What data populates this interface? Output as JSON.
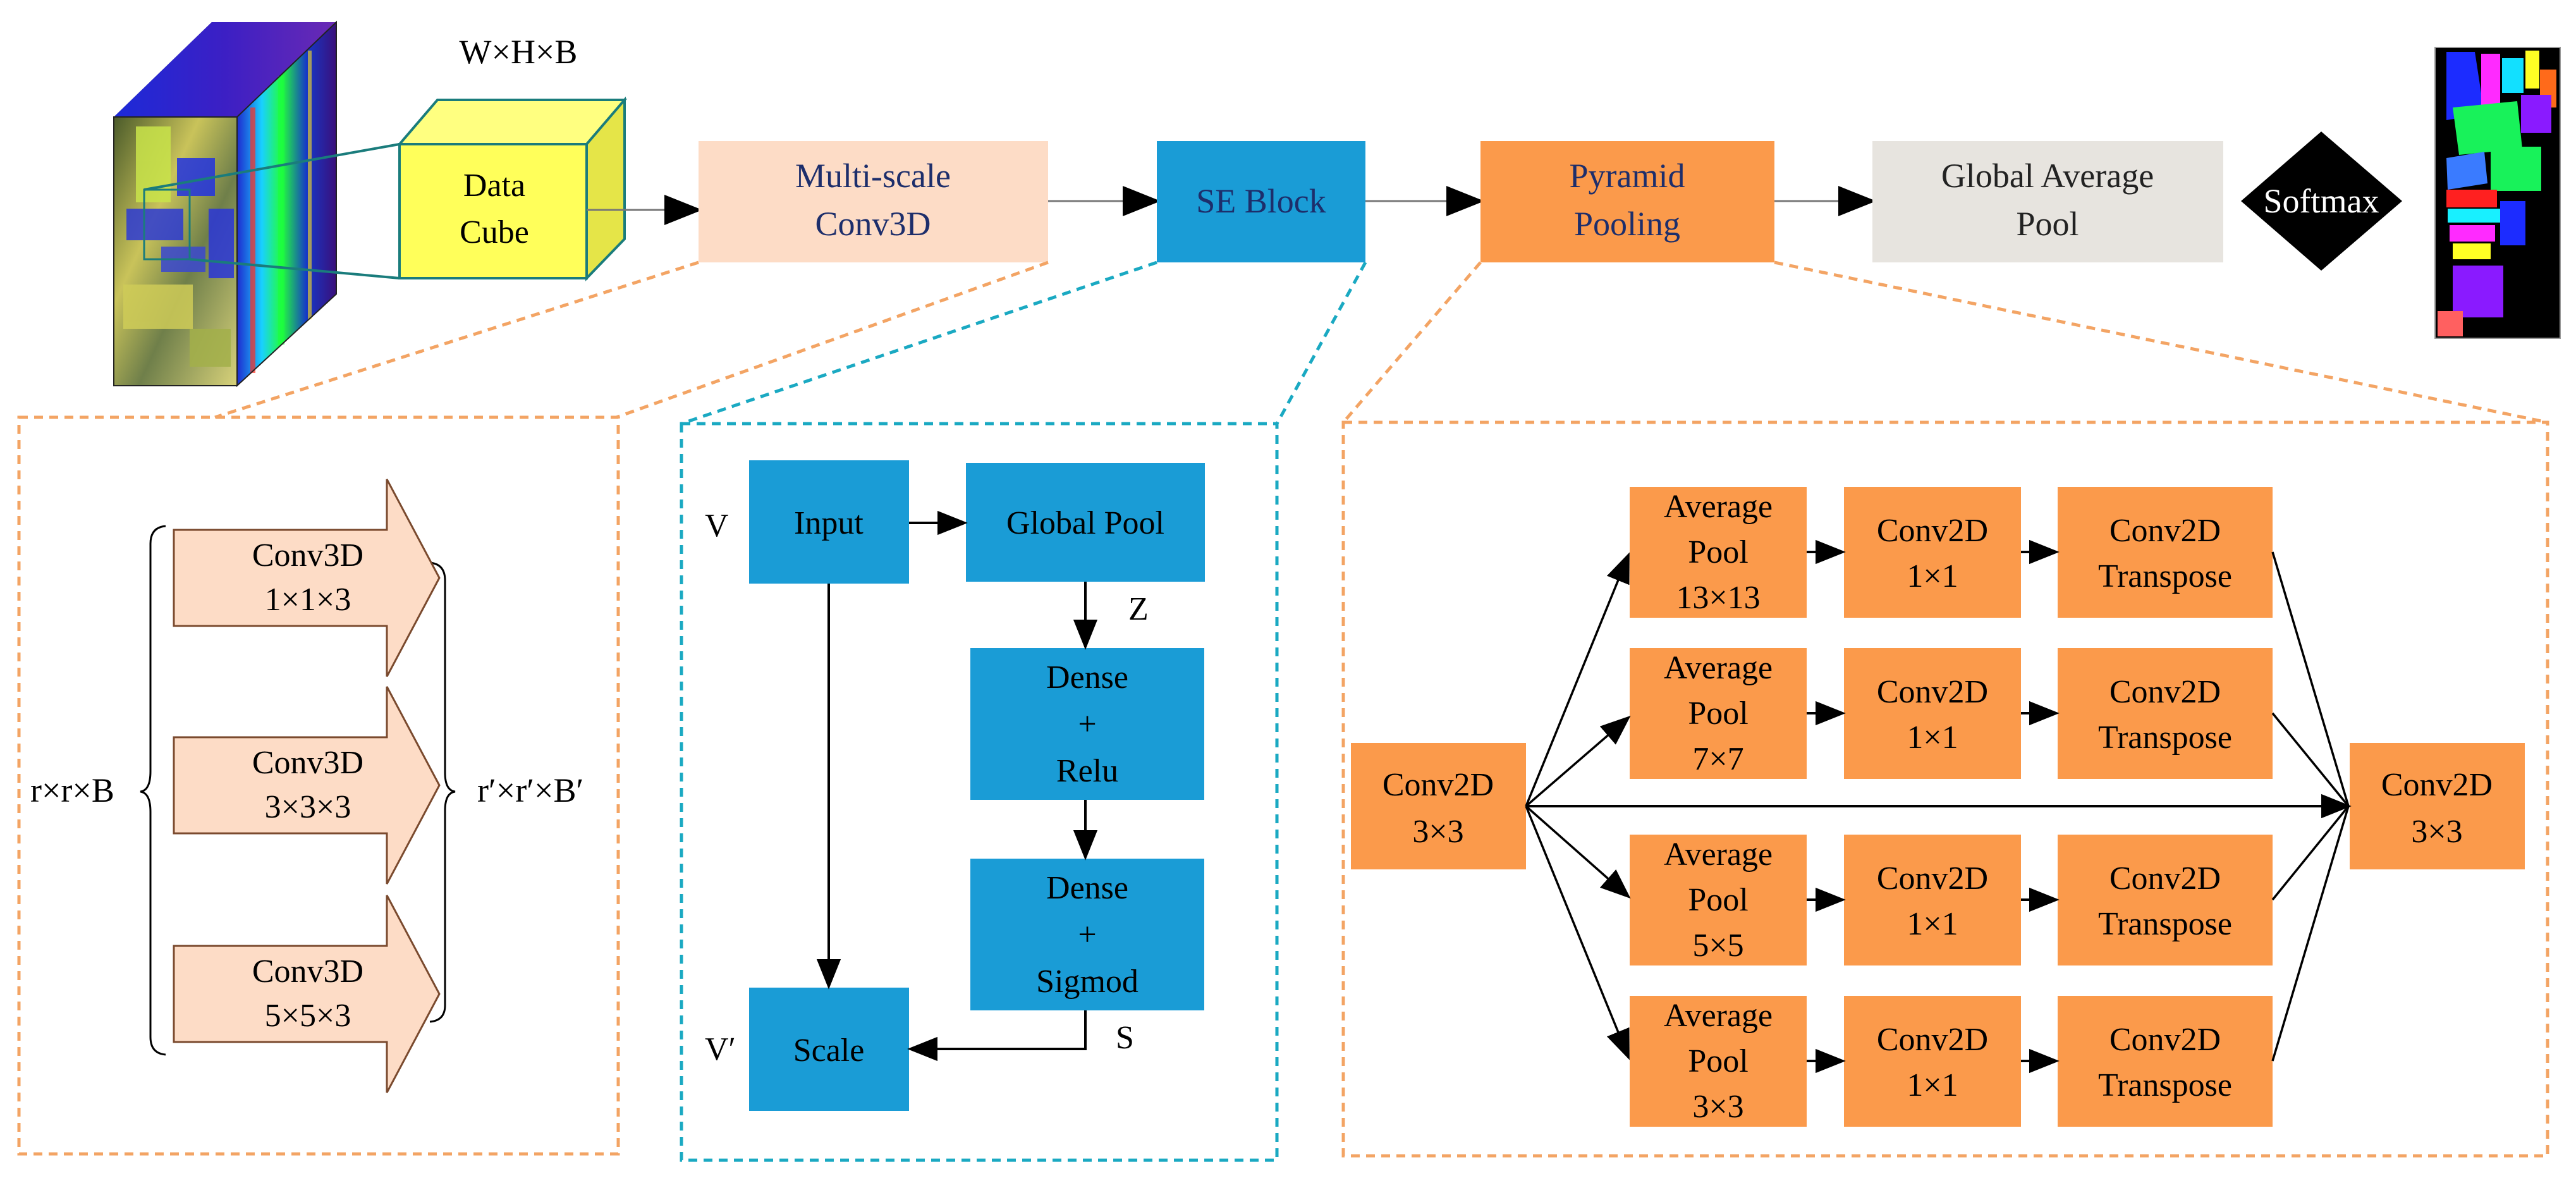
{
  "colors": {
    "peach": "#FDDCC6",
    "peach_stroke": "#7A4A2E",
    "blue": "#1A9CD6",
    "orange": "#FB9A4B",
    "gray": "#E7E4DF",
    "yellow": "#FFFF5A",
    "cube_stroke": "#1A7C7C",
    "dash_orange": "#F3A464",
    "dash_teal": "#1AA9C2",
    "navy_text": "#1D2E6B",
    "black": "#000000"
  },
  "pipeline": {
    "dims_label": "W×H×B",
    "data_cube": [
      "Data",
      "Cube"
    ],
    "multiscale": [
      "Multi-scale",
      "Conv3D"
    ],
    "se_block": "SE Block",
    "pyramid": [
      "Pyramid",
      "Pooling"
    ],
    "gap": [
      "Global Average",
      "Pool"
    ],
    "softmax": "Softmax"
  },
  "multiscale_detail": {
    "input_label": "r×r×B",
    "output_label": "r′×r′×B′",
    "branches": [
      [
        "Conv3D",
        "1×1×3"
      ],
      [
        "Conv3D",
        "3×3×3"
      ],
      [
        "Conv3D",
        "5×5×3"
      ]
    ]
  },
  "se_detail": {
    "input": "Input",
    "global_pool": "Global Pool",
    "dense_relu": [
      "Dense",
      "+",
      "Relu"
    ],
    "dense_sigmoid": [
      "Dense",
      "+",
      "Sigmod"
    ],
    "scale": "Scale",
    "v_label": "V",
    "v_prime_label": "V′",
    "z_label": "Z",
    "s_label": "S"
  },
  "pyramid_detail": {
    "input_conv": [
      "Conv2D",
      "3×3"
    ],
    "output_conv": [
      "Conv2D",
      "3×3"
    ],
    "rows": [
      {
        "pool": [
          "Average",
          "Pool",
          "13×13"
        ],
        "conv": [
          "Conv2D",
          "1×1"
        ],
        "transpose": [
          "Conv2D",
          "Transpose"
        ]
      },
      {
        "pool": [
          "Average",
          "Pool",
          "7×7"
        ],
        "conv": [
          "Conv2D",
          "1×1"
        ],
        "transpose": [
          "Conv2D",
          "Transpose"
        ]
      },
      {
        "pool": [
          "Average",
          "Pool",
          "5×5"
        ],
        "conv": [
          "Conv2D",
          "1×1"
        ],
        "transpose": [
          "Conv2D",
          "Transpose"
        ]
      },
      {
        "pool": [
          "Average",
          "Pool",
          "3×3"
        ],
        "conv": [
          "Conv2D",
          "1×1"
        ],
        "transpose": [
          "Conv2D",
          "Transpose"
        ]
      }
    ]
  },
  "images": {
    "hsi_cube": "hyperspectral-image-cube",
    "classification_map": "classification-map"
  }
}
